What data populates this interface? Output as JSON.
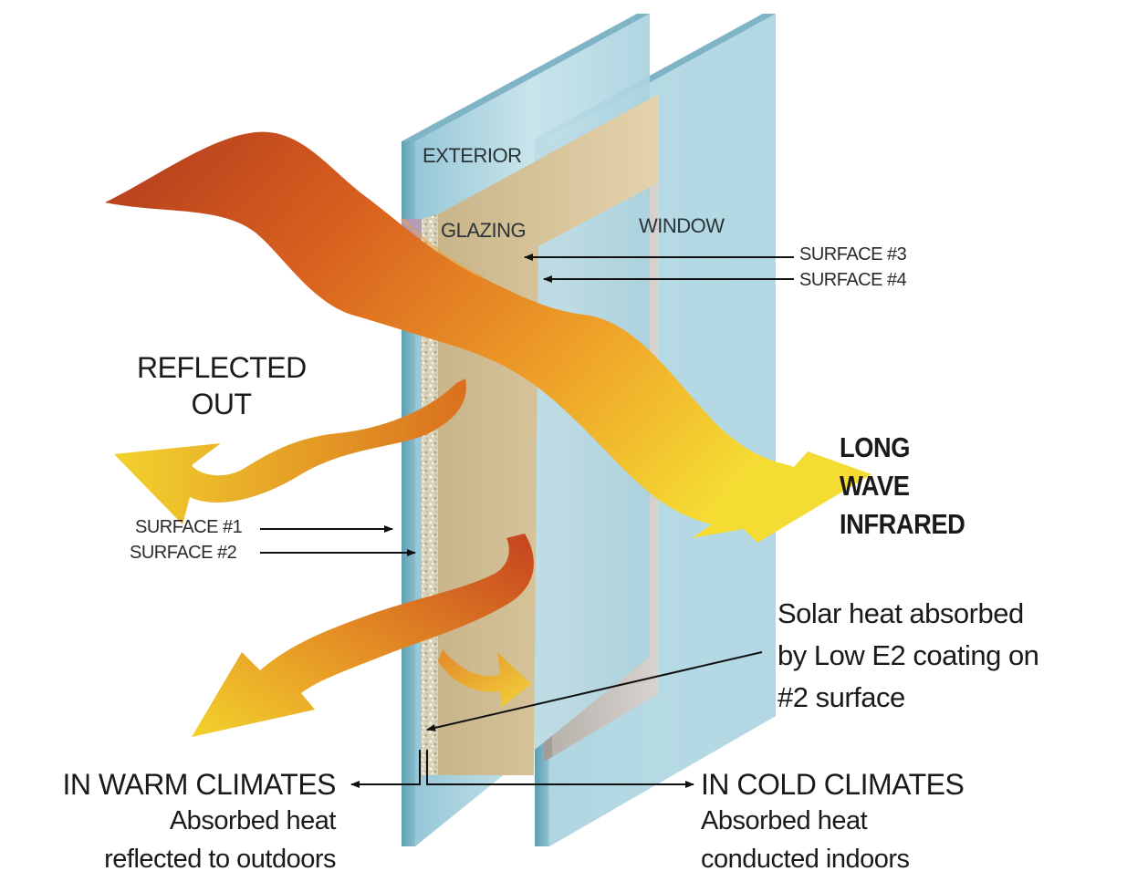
{
  "labels": {
    "exterior": "EXTERIOR",
    "glazing": "GLAZING",
    "window": "WINDOW",
    "surface3": "SURFACE #3",
    "surface4": "SURFACE #4",
    "surface1": "SURFACE #1",
    "surface2": "SURFACE #2",
    "reflected_line1": "REFLECTED",
    "reflected_line2": "OUT",
    "infrared_line1": "LONG",
    "infrared_line2": "WAVE",
    "infrared_line3": "INFRARED",
    "solar_line1": "Solar heat absorbed",
    "solar_line2": "by Low E2 coating on",
    "solar_line3": "#2 surface",
    "warm_heading": "IN WARM CLIMATES",
    "warm_line1": "Absorbed heat",
    "warm_line2": "reflected to outdoors",
    "cold_heading": "IN COLD CLIMATES",
    "cold_line1": "Absorbed heat",
    "cold_line2": "conducted indoors"
  },
  "colors": {
    "glass_edge": "#7fb4c6",
    "glass_face": "#b9dbe6",
    "glazing_fill": "#d8c39a",
    "coating_speckle": "#e8e2cc",
    "wave_dark": "#c0401f",
    "wave_mid": "#e07a22",
    "wave_light": "#f3cf2a"
  }
}
